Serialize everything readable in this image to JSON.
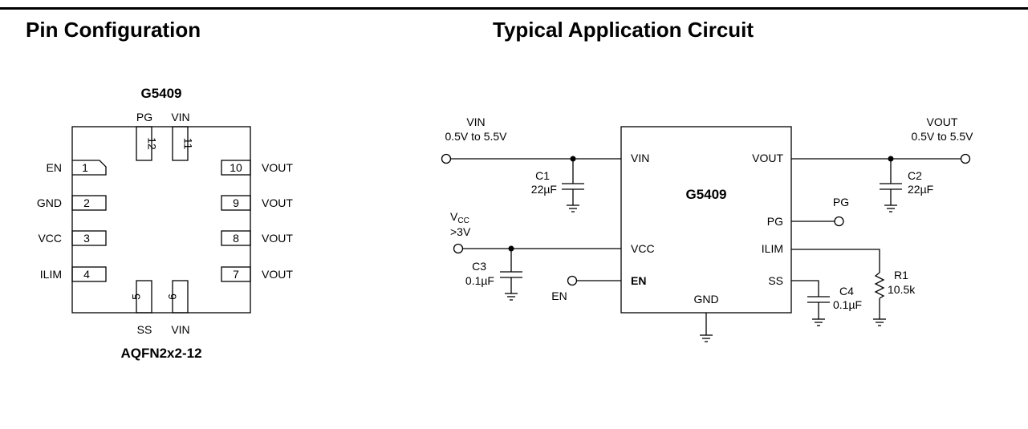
{
  "top_line_text": "",
  "pin_config": {
    "title": "Pin Configuration",
    "chip_name": "G5409",
    "package_name": "AQFN2x2-12",
    "pins": [
      {
        "number": "1",
        "name": "EN"
      },
      {
        "number": "2",
        "name": "GND"
      },
      {
        "number": "3",
        "name": "VCC"
      },
      {
        "number": "4",
        "name": "ILIM"
      },
      {
        "number": "5",
        "name": "SS"
      },
      {
        "number": "6",
        "name": "VIN"
      },
      {
        "number": "7",
        "name": "VOUT"
      },
      {
        "number": "8",
        "name": "VOUT"
      },
      {
        "number": "9",
        "name": "VOUT"
      },
      {
        "number": "10",
        "name": "VOUT"
      },
      {
        "number": "11",
        "name": "VIN"
      },
      {
        "number": "12",
        "name": "PG"
      }
    ]
  },
  "app_circuit": {
    "title": "Typical Application Circuit",
    "ic_name": "G5409",
    "ic_pins": {
      "vin": "VIN",
      "vout": "VOUT",
      "pg": "PG",
      "vcc": "VCC",
      "ilim": "ILIM",
      "en": "EN",
      "ss": "SS",
      "gnd": "GND"
    },
    "vin_label": "VIN",
    "vin_range": "0.5V to 5.5V",
    "vout_label": "VOUT",
    "vout_range": "0.5V to 5.5V",
    "vcc_label_main": "V",
    "vcc_label_sub": "CC",
    "vcc_range": ">3V",
    "pg_label": "PG",
    "en_label": "EN",
    "components": {
      "c1": {
        "ref": "C1",
        "value": "22µF"
      },
      "c2": {
        "ref": "C2",
        "value": "22µF"
      },
      "c3": {
        "ref": "C3",
        "value": "0.1µF"
      },
      "c4": {
        "ref": "C4",
        "value": "0.1µF"
      },
      "r1": {
        "ref": "R1",
        "value": "10.5k"
      }
    }
  }
}
